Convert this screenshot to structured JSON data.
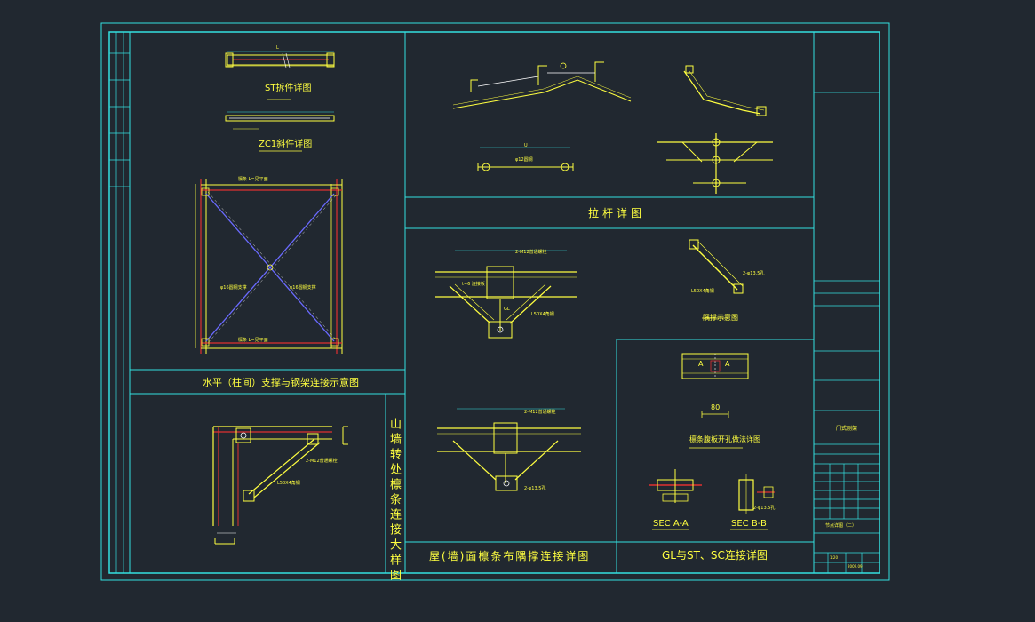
{
  "titles": {
    "st_detail": "ST拆件详图",
    "zc1_detail": "ZC1斜件详图",
    "bracing": "水平（柱间）支撑与钢架连接示意图",
    "gable_purlin": "山墙转处檩条连接大样图",
    "tie_rod": "拉杆详图",
    "roof_purlin": "屋(墙)面檩条布隅撑连接详图",
    "brace_sketch": "隅撑示意图",
    "gl_st_sc": "GL与ST、SC连接详图",
    "purlin_hole": "檩条腹板开孔做法详图",
    "sec_a": "SEC A-A",
    "sec_b": "SEC B-B"
  },
  "notes": {
    "span_l": "L",
    "u": "U",
    "u2": "U",
    "gl": "GL",
    "dim_80": "80",
    "a_mark": "A",
    "bolt_note": "2-M12普通螺栓",
    "rod_note": "φ12圆钢",
    "angle_note": "L50X4角钢",
    "plate_note": "t=6 连接板",
    "hole_note": "2-φ13.5孔",
    "top_note": "檩条 L=见平面",
    "bottom_note": "檩条 L=见平面",
    "diag_note1": "φ16圆钢支撑",
    "diag_note2": "φ16圆钢支撑"
  },
  "title_block": {
    "project": "门式刚架",
    "drawing": "节点详图（二）",
    "scale": "1:20",
    "date": "2009.09"
  },
  "colors": {
    "frame": "#34e0e0",
    "member": "#ffff40",
    "red": "#e03030",
    "blue": "#6a6aff",
    "background": "#212830"
  }
}
